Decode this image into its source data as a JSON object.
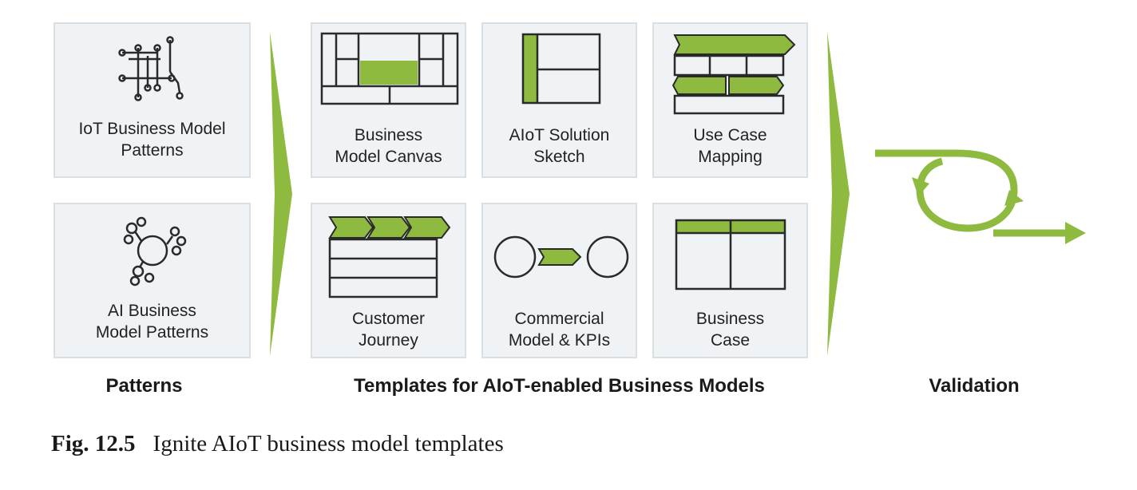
{
  "colors": {
    "accent": "#8dba3f",
    "card_bg": "#f0f3f5",
    "card_border": "#d9dfe3",
    "ink": "#1a1a1a"
  },
  "patterns": {
    "label": "Patterns",
    "cards": [
      {
        "label": "IoT Business Model\nPatterns",
        "icon": "circuit-icon"
      },
      {
        "label": "AI Business\nModel Patterns",
        "icon": "network-nodes-icon"
      }
    ]
  },
  "templates": {
    "label": "Templates for AIoT-enabled Business Models",
    "cards": [
      {
        "label": "Business\nModel Canvas",
        "icon": "canvas-grid-icon"
      },
      {
        "label": "AIoT Solution\nSketch",
        "icon": "solution-sketch-icon"
      },
      {
        "label": "Use Case\nMapping",
        "icon": "use-case-mapping-icon"
      },
      {
        "label": "Customer\nJourney",
        "icon": "customer-journey-icon"
      },
      {
        "label": "Commercial\nModel & KPIs",
        "icon": "commercial-model-icon"
      },
      {
        "label": "Business\nCase",
        "icon": "business-case-icon"
      }
    ]
  },
  "validation": {
    "label": "Validation",
    "icon": "validation-loop-icon"
  },
  "caption": {
    "number": "Fig. 12.5",
    "text": "Ignite AIoT business model templates"
  }
}
